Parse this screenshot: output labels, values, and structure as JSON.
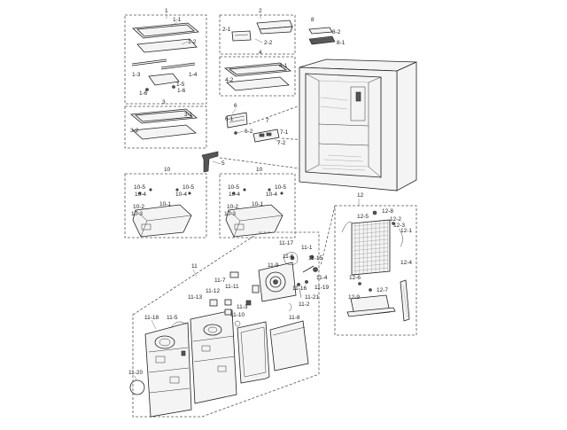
{
  "colors": {
    "line": "#222222",
    "dash": "#555555",
    "background": "#ffffff"
  },
  "groups": {
    "g1": "1",
    "g2": "2",
    "g3": "3",
    "g4": "4",
    "g5": "5",
    "g6": "6",
    "g7": "7",
    "g8": "8",
    "g10a": "10",
    "g10b": "10",
    "g11": "11",
    "g12": "12"
  },
  "labels": {
    "l1_1": "1-1",
    "l1_2": "1-2",
    "l1_3": "1-3",
    "l1_4": "1-4",
    "l1_5": "1-5",
    "l1_6a": "1-6",
    "l1_6b": "1-6",
    "l2_1": "2-1",
    "l2_2": "2-2",
    "l3_1": "3-1",
    "l3_2": "3-2",
    "l4_1": "4-1",
    "l4_2": "4-2",
    "l6_1": "6-1",
    "l6_2": "6-2",
    "l7_1": "7-1",
    "l7_2": "7-2",
    "l8_1": "8-1",
    "l8_2": "8-2",
    "la10_1": "10-1",
    "la10_2": "10-2",
    "la10_3": "10-3",
    "la10_4a": "10-4",
    "la10_4b": "10-4",
    "la10_5a": "10-5",
    "la10_5b": "10-5",
    "lb10_1": "10-1",
    "lb10_2": "10-2",
    "lb10_3": "10-3",
    "lb10_4a": "10-4",
    "lb10_4b": "10-4",
    "lb10_5a": "10-5",
    "lb10_5b": "10-5",
    "l11_1": "11-1",
    "l11_2": "11-2",
    "l11_3": "11-3",
    "l11_4": "11-4",
    "l11_5": "11-5",
    "l11_6": "11-6",
    "l11_7": "11-7",
    "l11_8": "11-8",
    "l11_9": "11-9",
    "l11_10": "11-10",
    "l11_11": "11-11",
    "l11_12": "11-12",
    "l11_13": "11-13",
    "l11_15": "11-15",
    "l11_16": "11-16",
    "l11_17": "11-17",
    "l11_18": "11-18",
    "l11_19": "11-19",
    "l11_20": "11-20",
    "l11_21": "11-21",
    "l12_1": "12-1",
    "l12_2": "12-2",
    "l12_3": "12-3",
    "l12_4": "12-4",
    "l12_5": "12-5",
    "l12_6": "12-6",
    "l12_7": "12-7",
    "l12_8": "12-8",
    "l12_9": "12-9"
  }
}
